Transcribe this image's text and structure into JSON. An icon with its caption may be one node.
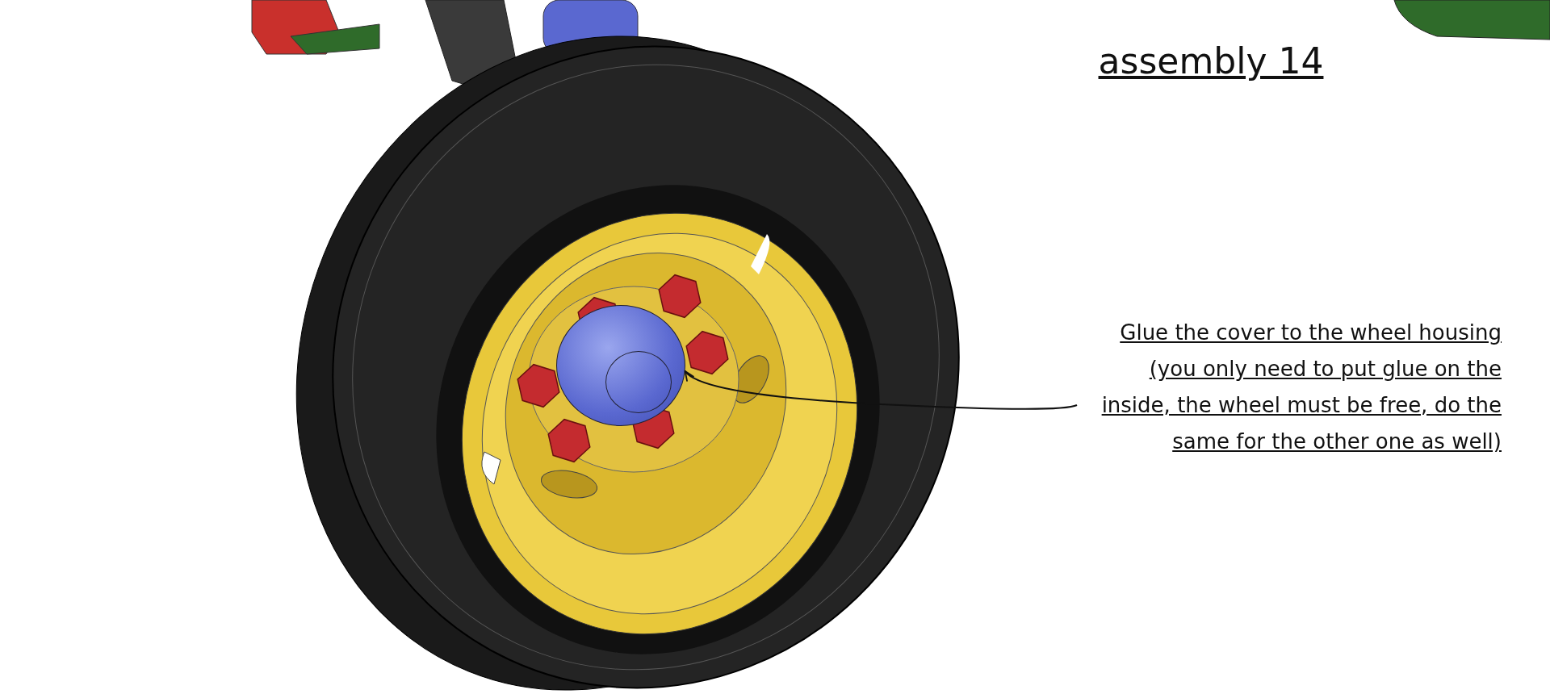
{
  "diagram": {
    "title": "assembly 14",
    "nodes": [
      {
        "text": [
          "Glue the cover to the wheel housing (you only need to put glue on the inside, the wheel must be free, do the same for the other one as well)"
        ]
      },
      {
        "text": [],
        "shape": "circle"
      }
    ],
    "edges": [
      {
        "from": 0,
        "to": 1,
        "arrow": "to"
      }
    ]
  }
}
